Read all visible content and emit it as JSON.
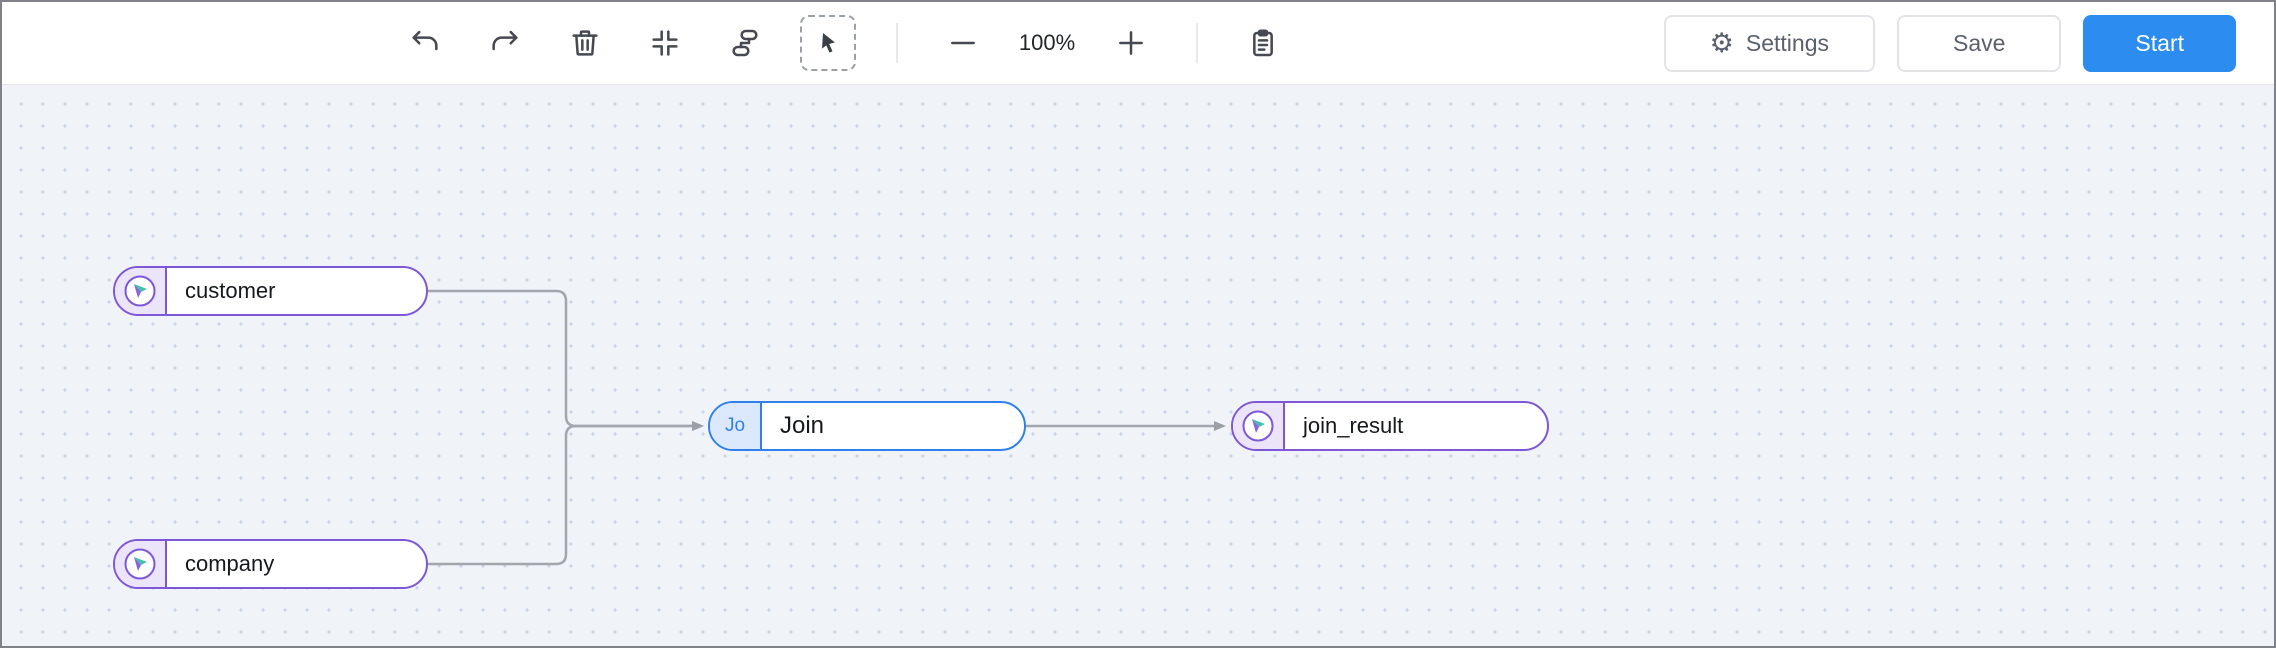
{
  "toolbar": {
    "zoom_level": "100%",
    "buttons": {
      "settings": "Settings",
      "save": "Save",
      "start": "Start"
    },
    "icons": [
      "undo-icon",
      "redo-icon",
      "trash-icon",
      "fit-view-icon",
      "auto-layout-icon",
      "select-cursor-icon",
      "zoom-out-icon",
      "zoom-in-icon",
      "clipboard-icon",
      "gear-icon"
    ]
  },
  "canvas": {
    "nodes": [
      {
        "id": "customer",
        "label": "customer",
        "kind": "source",
        "icon": "compass-icon"
      },
      {
        "id": "company",
        "label": "company",
        "kind": "source",
        "icon": "compass-icon"
      },
      {
        "id": "join",
        "label": "Join",
        "badge": "Jo",
        "kind": "transform"
      },
      {
        "id": "join_result",
        "label": "join_result",
        "kind": "sink",
        "icon": "compass-icon"
      }
    ],
    "edges": [
      {
        "from": "customer",
        "to": "join"
      },
      {
        "from": "company",
        "to": "join"
      },
      {
        "from": "join",
        "to": "join_result"
      }
    ]
  },
  "colors": {
    "node_purple": "#7e57d8",
    "node_purple_bg": "#ece5fa",
    "node_blue": "#2f80ed",
    "node_blue_bg": "#dce9fd",
    "edge": "#9aa0a6",
    "start_button": "#2d8cf0",
    "canvas_bg": "#f0f4f9"
  }
}
